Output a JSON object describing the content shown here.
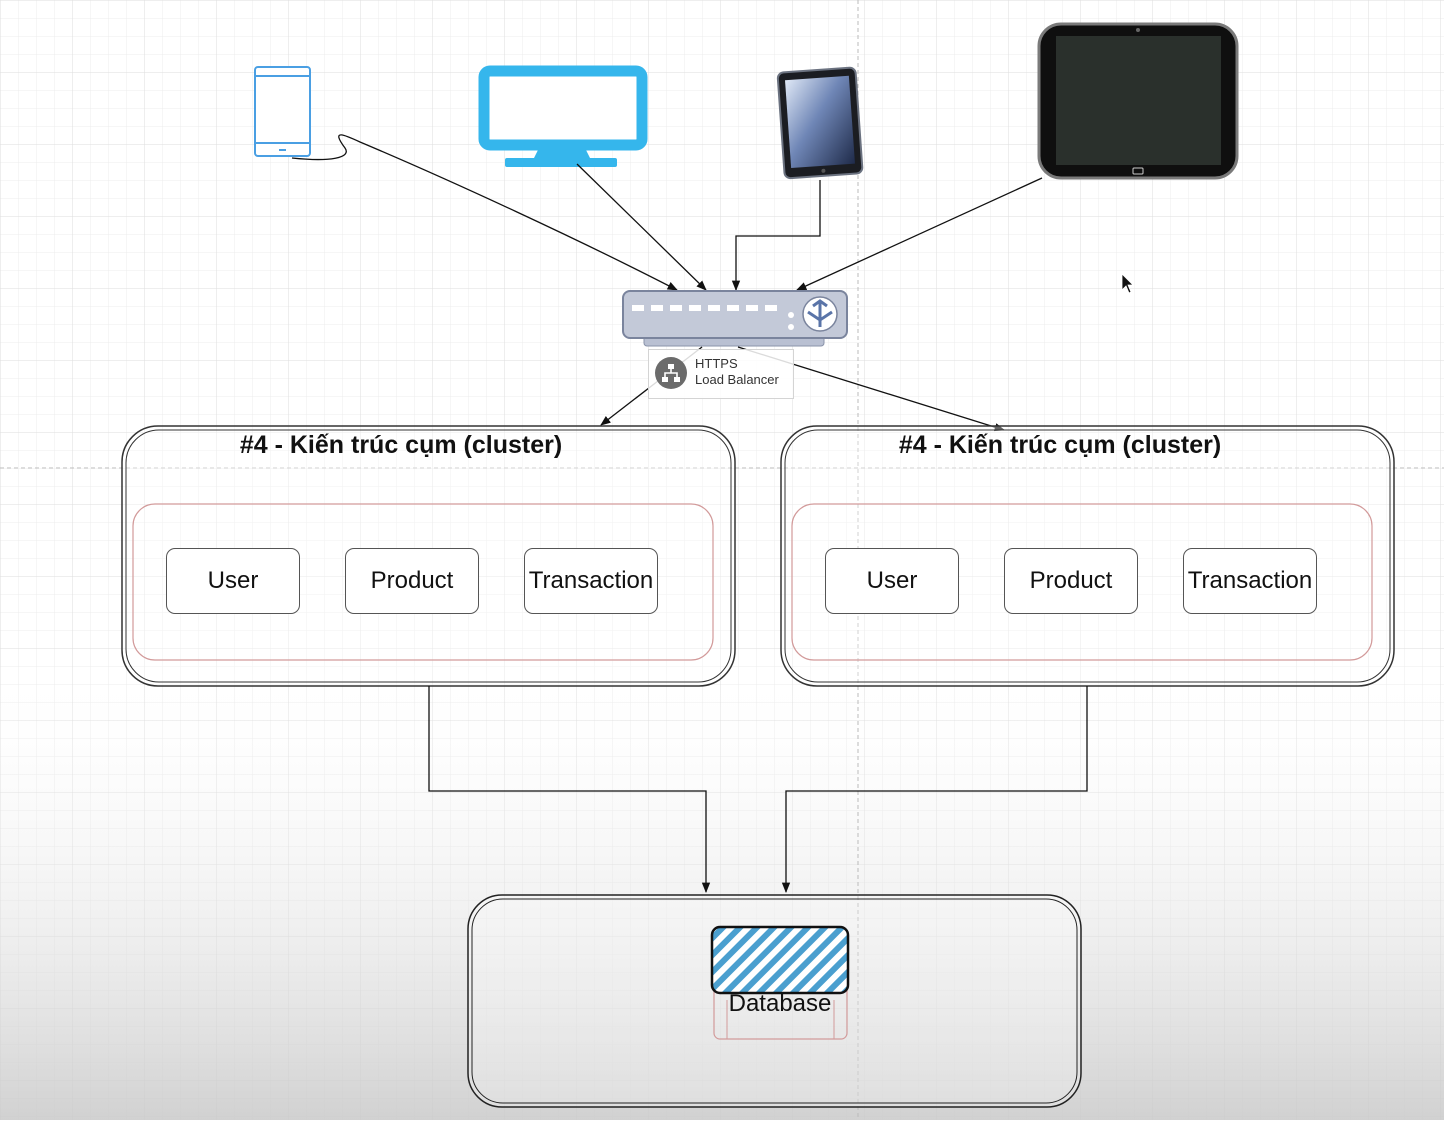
{
  "load_balancer": {
    "line1": "HTTPS",
    "line2": "Load Balancer"
  },
  "clusters": [
    {
      "title": "#4 - Kiến trúc cụm (cluster)",
      "services": [
        "User",
        "Product",
        "Transaction"
      ]
    },
    {
      "title": "#4 - Kiến trúc cụm (cluster)",
      "services": [
        "User",
        "Product",
        "Transaction"
      ]
    }
  ],
  "database": {
    "label": "Database"
  },
  "colors": {
    "phone_outline": "#4a9fe3",
    "monitor": "#35b6ec",
    "tablet_screen": "#2a302c",
    "lb_body": "#c3c9d8",
    "lb_accent": "#5a74a8",
    "db_hatch": "#4a9fcf",
    "inner_box_border": "#d29a9a"
  },
  "icons": [
    "phone-icon",
    "monitor-icon",
    "ipad-icon",
    "tablet-icon",
    "load-balancer-icon",
    "mouse-cursor-icon"
  ]
}
